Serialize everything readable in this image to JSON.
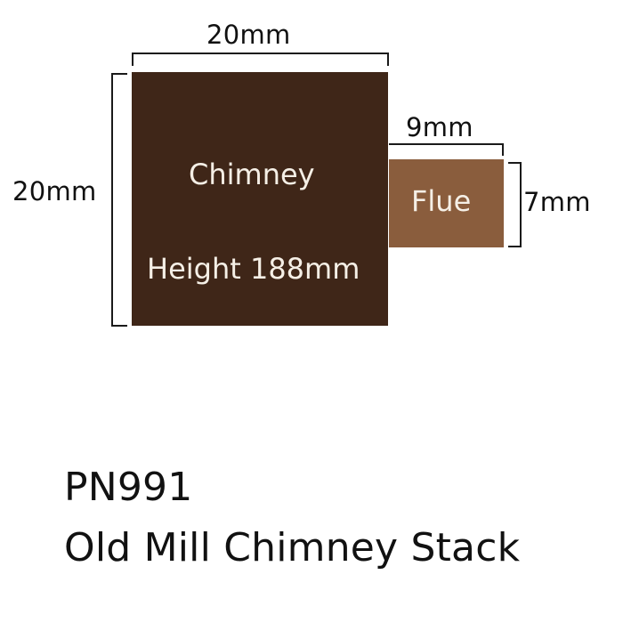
{
  "diagram": {
    "chimney": {
      "label": "Chimney",
      "height_label": "Height 188mm",
      "width_dimension": "20mm",
      "depth_dimension": "20mm",
      "color": "#3f2618"
    },
    "flue": {
      "label": "Flue",
      "width_dimension": "9mm",
      "height_dimension": "7mm",
      "color": "#8a5d3d"
    }
  },
  "product": {
    "code": "PN991",
    "name": "Old Mill Chimney Stack"
  }
}
